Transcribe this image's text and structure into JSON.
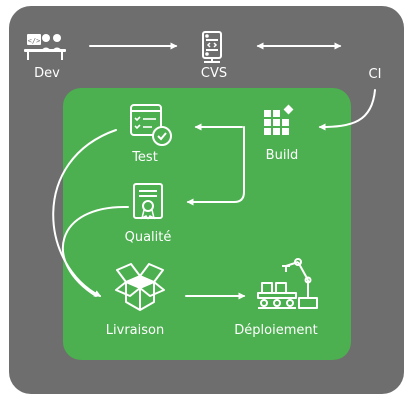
{
  "colors": {
    "outer_background": "#6e6e6e",
    "inner_background": "#4caf50",
    "foreground": "#ffffff"
  },
  "nodes": {
    "dev": {
      "label": "Dev",
      "icon": "developers-at-desk-icon"
    },
    "cvs": {
      "label": "CVS",
      "icon": "server-rack-icon"
    },
    "ci": {
      "label": "CI"
    },
    "build": {
      "label": "Build",
      "icon": "building-blocks-icon"
    },
    "test": {
      "label": "Test",
      "icon": "checklist-icon"
    },
    "qualite": {
      "label": "Qualité",
      "icon": "certificate-icon"
    },
    "livraison": {
      "label": "Livraison",
      "icon": "open-box-icon"
    },
    "deploiement": {
      "label": "Déploiement",
      "icon": "robotic-arm-conveyor-icon"
    }
  }
}
